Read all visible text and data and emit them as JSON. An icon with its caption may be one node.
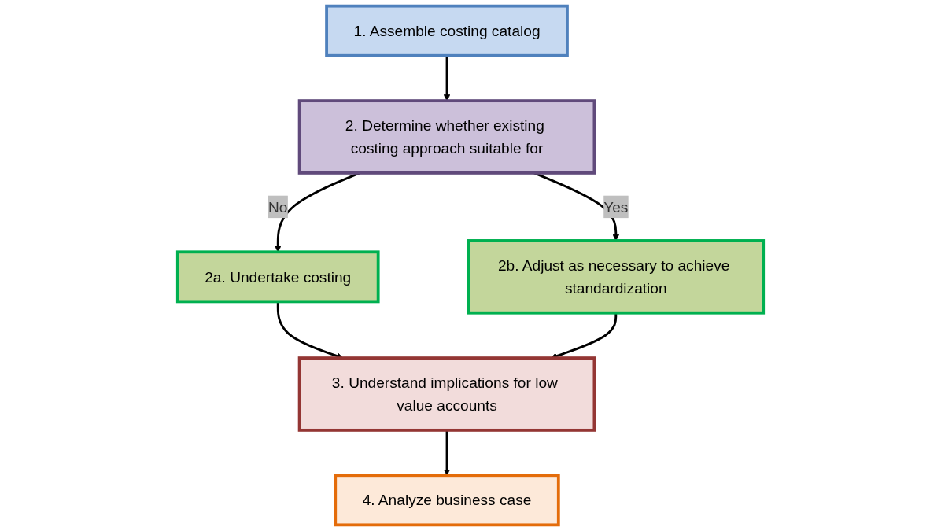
{
  "diagram": {
    "nodes": [
      {
        "text": [
          "1. Assemble costing catalog"
        ]
      },
      {
        "text": [
          "2. Determine whether existing costing approach suitable for"
        ]
      },
      {
        "text": [
          "2a. Undertake costing"
        ]
      },
      {
        "text": [
          "2b. Adjust as necessary to achieve standardization"
        ]
      },
      {
        "text": [
          "3. Understand implications for low value accounts"
        ]
      },
      {
        "text": [
          "4. Analyze business case"
        ]
      }
    ],
    "edges": [
      {
        "from": 0,
        "to": 1,
        "arrow": "to"
      },
      {
        "from": 1,
        "to": 2,
        "label": "No",
        "arrow": "to"
      },
      {
        "from": 1,
        "to": 3,
        "label": "Yes",
        "arrow": "to"
      },
      {
        "from": 2,
        "to": 4,
        "arrow": "to"
      },
      {
        "from": 3,
        "to": 4,
        "arrow": "to"
      },
      {
        "from": 4,
        "to": 5,
        "arrow": "to"
      }
    ]
  }
}
